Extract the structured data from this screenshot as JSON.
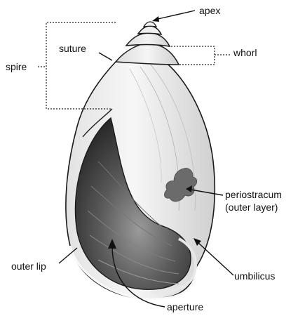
{
  "labels": {
    "apex": "apex",
    "suture": "suture",
    "whorl": "whorl",
    "spire": "spire",
    "periostracum": "periostracum",
    "outer_layer": "(outer layer)",
    "outer_lip": "outer lip",
    "umbilicus": "umbilicus",
    "aperture": "aperture"
  },
  "colors": {
    "background": "#ffffff",
    "label_text": "#111111",
    "shell_light": "#f4f4f4",
    "shell_mid": "#d8d8d8",
    "aperture_dark": "#3a3a3a",
    "periostracum_patch": "#6b6b6b"
  }
}
